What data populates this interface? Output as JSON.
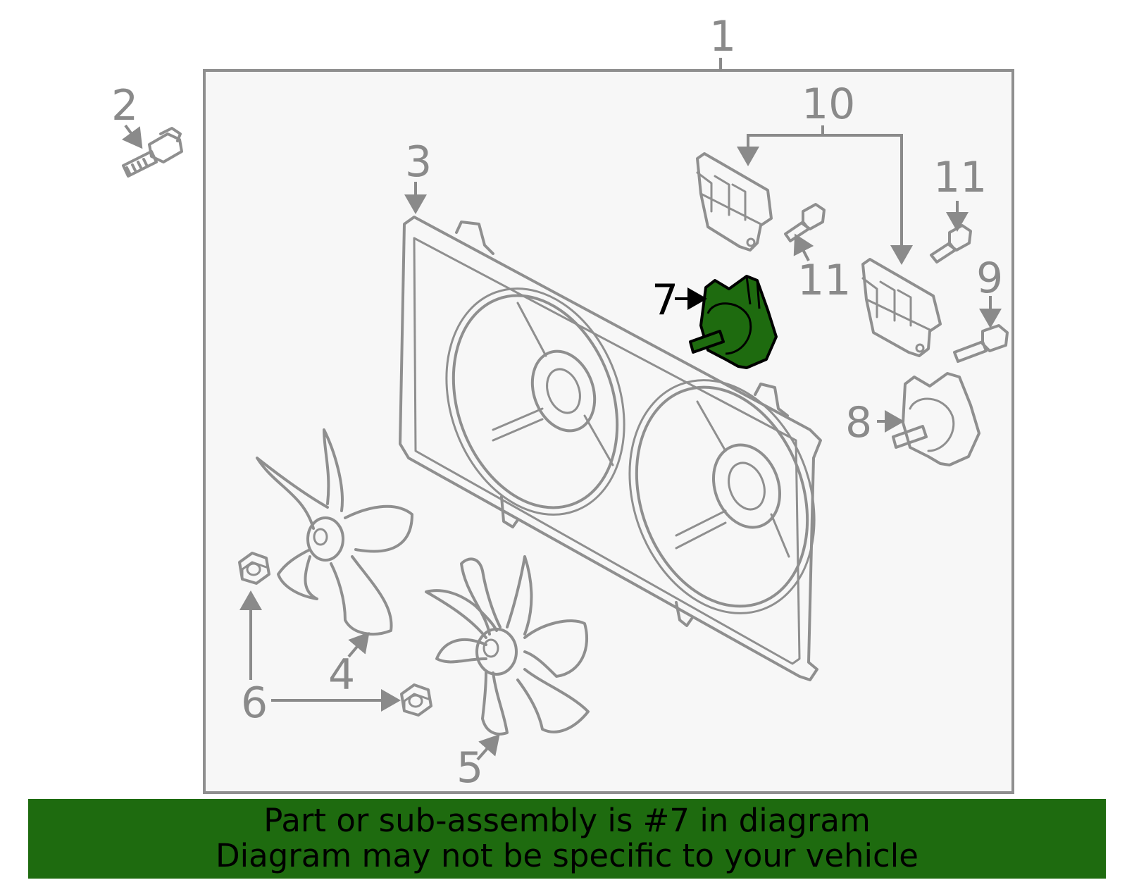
{
  "callouts": {
    "c1": "1",
    "c2": "2",
    "c3": "3",
    "c4": "4",
    "c5": "5",
    "c6": "6",
    "c7": "7",
    "c8": "8",
    "c9": "9",
    "c10": "10",
    "c11a": "11",
    "c11b": "11"
  },
  "highlighted_part": "7",
  "banner": {
    "line1": "Part or sub-assembly is #7 in diagram",
    "line2": "Diagram may not be specific to your vehicle"
  },
  "colors": {
    "highlight": "#1e6b0f",
    "line": "#8f8f8f",
    "panel": "#f7f7f7"
  }
}
